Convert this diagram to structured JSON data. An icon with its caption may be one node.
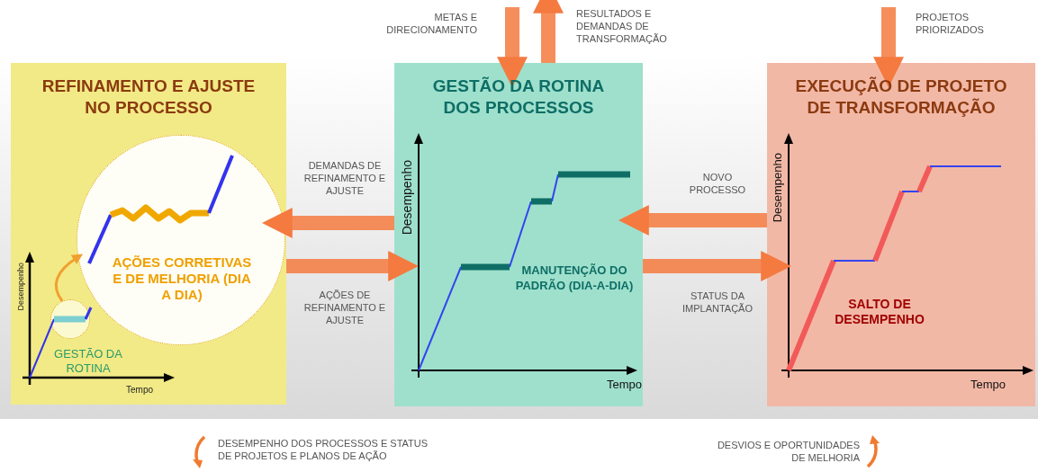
{
  "diagram": {
    "nodes": [
      {
        "text": [
          "REFINAMENTO E AJUSTE NO PROCESSO"
        ]
      },
      {
        "text": [
          "AÇÕES CORRETIVAS E DE MELHORIA (DIA A DIA)"
        ],
        "in": 0
      },
      {
        "text": [
          "GESTÃO DA ROTINA DOS PROCESSOS"
        ]
      },
      {
        "text": [
          "EXECUÇÃO DE PROJETO DE TRANSFORMAÇÃO"
        ]
      },
      {
        "text": [],
        "shape": "circle",
        "in": 0
      }
    ],
    "edges": [
      {
        "from": 2,
        "to": 0,
        "arrow": "to",
        "label": "DEMANDAS DE REFINAMENTO E AJUSTE"
      },
      {
        "from": 0,
        "to": 2,
        "arrow": "to",
        "label": "AÇÕES DE REFINAMENTO E AJUSTE"
      },
      {
        "from": 3,
        "to": 2,
        "arrow": "to",
        "label": "NOVO PROCESSO"
      },
      {
        "from": 2,
        "to": 3,
        "arrow": "to",
        "label": "STATUS DA IMPLANTAÇÃO"
      },
      {
        "from": null,
        "to": 2,
        "arrow": "to",
        "label": "METAS E DIRECIONAMENTO"
      },
      {
        "from": 2,
        "to": null,
        "arrow": "to",
        "label": "RESULTADOS E DEMANDAS DE TRANSFORMAÇÃO"
      },
      {
        "from": null,
        "to": 3,
        "arrow": "to",
        "label": "PROJETOS PRIORIZADOS"
      },
      {
        "from": 4,
        "to": 1,
        "arrow": "to",
        "color": "#f0a030"
      }
    ],
    "labels": [
      "Desempenho",
      "GESTÃO DA ROTINA",
      "Tempo",
      "Desempenho",
      "MANUTENÇÃO DO PADRÃO (DIA-A-DIA)",
      "Tempo",
      "Desempenho",
      "SALTO DE DESEMPENHO",
      "Tempo",
      "DESEMPENHO DOS PROCESSOS E STATUS DE PROJETOS E PLANOS DE AÇÃO",
      "DESVIOS E OPORTUNIDADES DE MELHORIA"
    ]
  }
}
